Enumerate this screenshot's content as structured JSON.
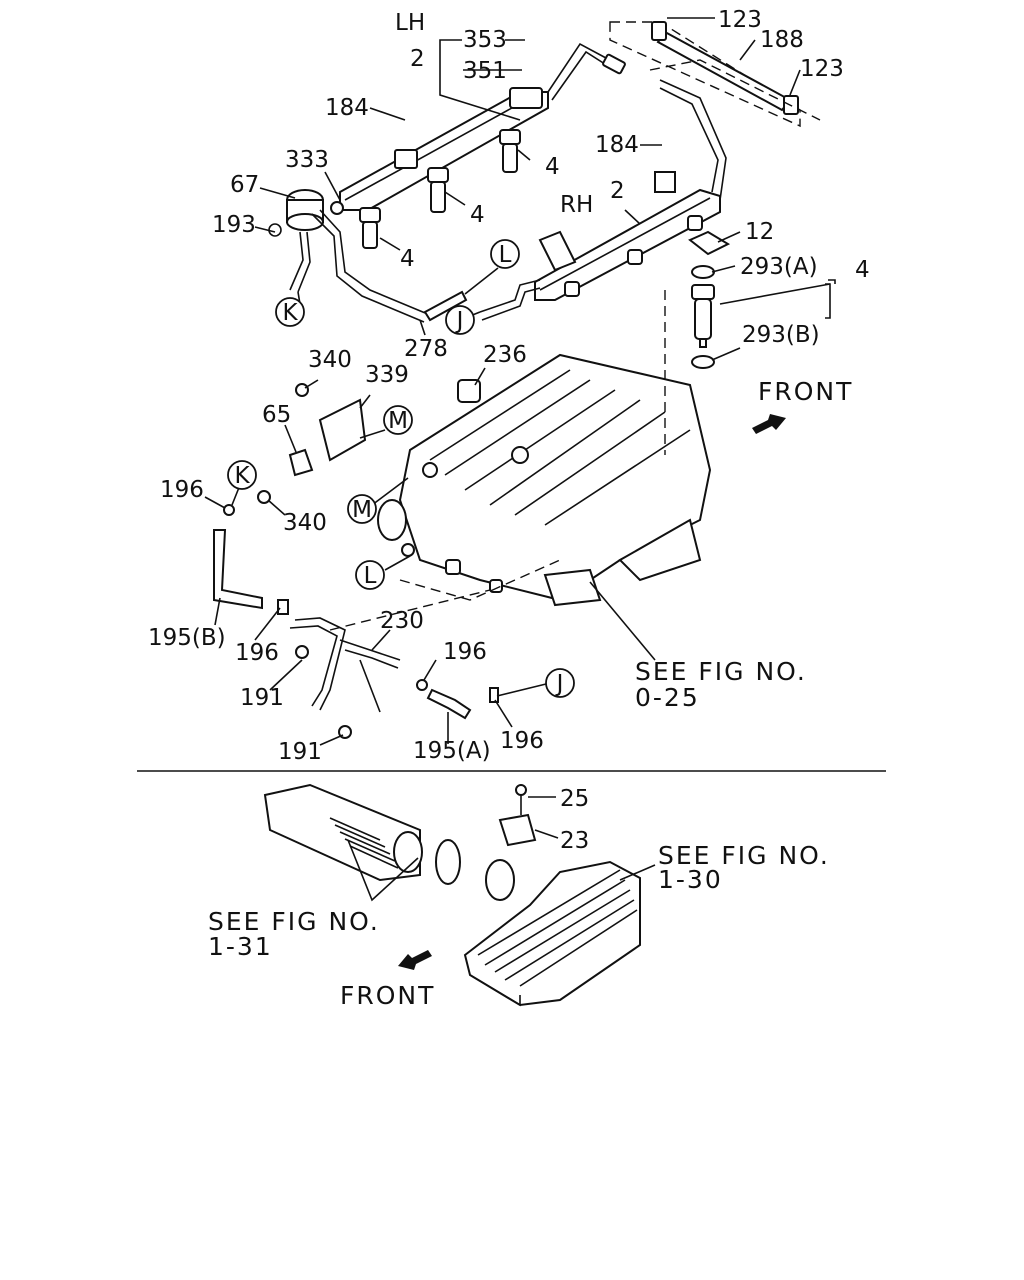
{
  "views": {
    "upper": {
      "side_labels": {
        "lh": "LH",
        "rh": "RH"
      },
      "part_numbers": {
        "p353": "353",
        "p2_lh": "2",
        "p351": "351",
        "p123_top": "123",
        "p188": "188",
        "p123_right": "123",
        "p184_lh": "184",
        "p333": "333",
        "p67": "67",
        "p193": "193",
        "p4_a": "4",
        "p4_b": "4",
        "p4_c": "4",
        "p184_rh": "184",
        "p2_rh": "2",
        "p12": "12",
        "p293a": "293(A)",
        "p4_group": "4",
        "p293b": "293(B)",
        "p278": "278",
        "p340_top": "340",
        "p339": "339",
        "p236": "236",
        "p65": "65",
        "p196_left": "196",
        "p340_bottom": "340",
        "p195b": "195(B)",
        "p196_mid": "196",
        "p230": "230",
        "p196_right": "196",
        "p191_top": "191",
        "p191_bottom": "191",
        "p196_lower": "196",
        "p195a": "195(A)"
      },
      "connectors": {
        "k_top": "K",
        "l_top": "L",
        "j_top": "J",
        "m_right": "M",
        "k_left": "K",
        "m_left": "M",
        "l_left": "L",
        "j_right": "J"
      },
      "front_label": "FRONT",
      "see_fig": {
        "line1": "SEE FIG NO.",
        "line2": "0-25"
      }
    },
    "lower": {
      "part_numbers": {
        "p25": "25",
        "p23": "23"
      },
      "see_fig_cleaner": {
        "line1": "SEE FIG NO.",
        "line2": "1-30"
      },
      "see_fig_duct": {
        "line1": "SEE FIG NO.",
        "line2": "1-31"
      },
      "front_label": "FRONT"
    }
  }
}
